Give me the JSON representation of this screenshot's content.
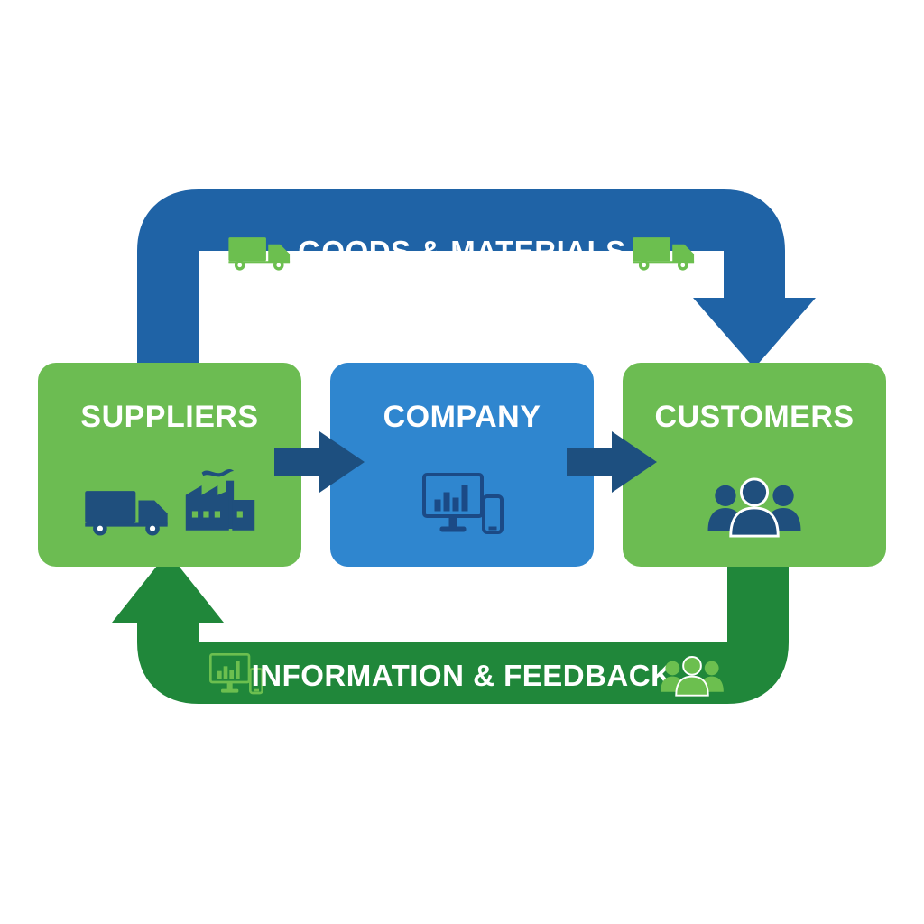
{
  "top_flow": {
    "label": "GOODS & MATERIALS",
    "color": "#1f63a6",
    "icon_color": "#6cbf4f",
    "icons": [
      "truck-icon",
      "truck-icon"
    ]
  },
  "bottom_flow": {
    "label": "INFORMATION & FEEDBACK",
    "color": "#20873a",
    "icon_color": "#6cbf4f",
    "icons": [
      "monitor-phone-icon",
      "people-icon"
    ]
  },
  "nodes": {
    "suppliers": {
      "label": "SUPPLIERS",
      "color": "#6cbc52",
      "icon_color": "#1f4f7d",
      "icons": [
        "truck-icon",
        "factory-icon"
      ]
    },
    "company": {
      "label": "COMPANY",
      "color": "#2f86cf",
      "icon_color": "#1b4a86",
      "icons": [
        "monitor-phone-icon"
      ]
    },
    "customers": {
      "label": "CUSTOMERS",
      "color": "#6cbc52",
      "icon_color": "#1f4f7d",
      "icons": [
        "people-icon"
      ]
    }
  },
  "connector_color": "#1d4f7f"
}
